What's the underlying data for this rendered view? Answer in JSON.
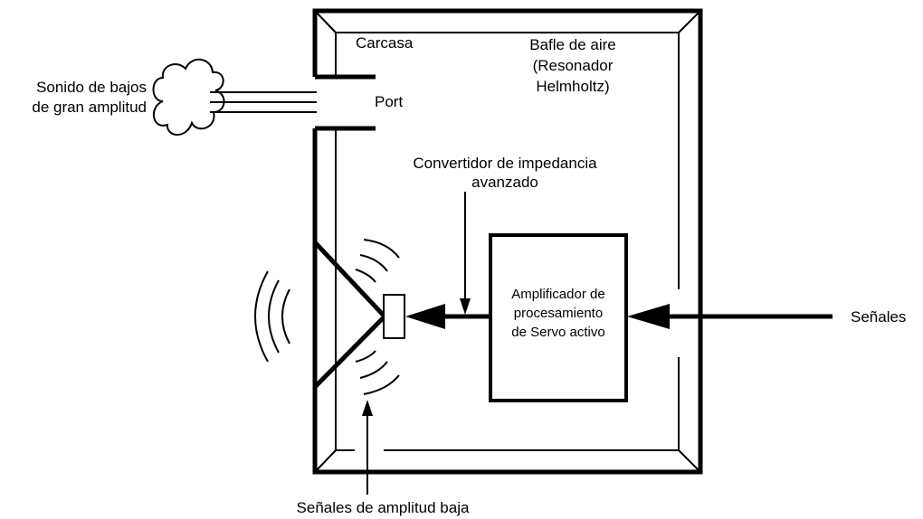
{
  "labels": {
    "carcasa": "Carcasa",
    "bafle_1": "Bafle de aire",
    "bafle_2": "(Resonador",
    "bafle_3": "Helmholtz)",
    "port": "Port",
    "sonido_1": "Sonido de bajos",
    "sonido_2": "de gran amplitud",
    "convertidor_1": "Convertidor de impedancia",
    "convertidor_2": "avanzado",
    "amp_1": "Amplificador de",
    "amp_2": "procesamiento",
    "amp_3": "de Servo activo",
    "senales": "Señales",
    "senales_baja": "Señales de amplitud baja"
  }
}
